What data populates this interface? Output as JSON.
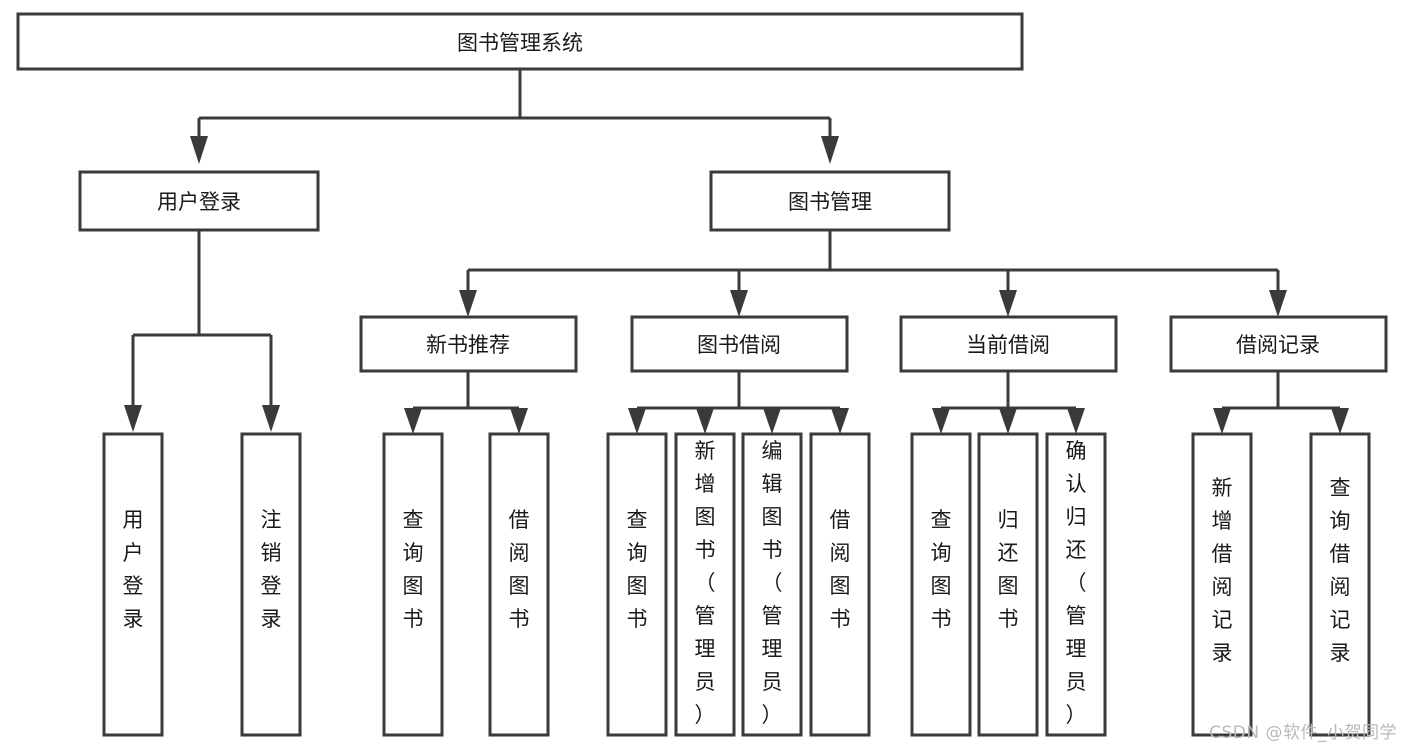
{
  "diagram": {
    "title": "图书管理系统",
    "type": "tree-hierarchy-diagram",
    "colors": {
      "stroke": "#3a3a3a",
      "box_fill": "#ffffff",
      "text": "#1a1a1a",
      "background": "#ffffff",
      "watermark": "#b9b9b9"
    },
    "root": {
      "label": "图书管理系统"
    },
    "level2": [
      {
        "label": "用户登录"
      },
      {
        "label": "图书管理"
      }
    ],
    "level3": [
      {
        "label": "新书推荐"
      },
      {
        "label": "图书借阅"
      },
      {
        "label": "当前借阅"
      },
      {
        "label": "借阅记录"
      }
    ],
    "leaves": {
      "user_login": [
        {
          "label": "用户登录"
        },
        {
          "label": "注销登录"
        }
      ],
      "new_book_recommend": [
        {
          "label": "查询图书"
        },
        {
          "label": "借阅图书"
        }
      ],
      "book_borrow": [
        {
          "label": "查询图书"
        },
        {
          "label": "新增图书（管理员）"
        },
        {
          "label": "编辑图书（管理员）"
        },
        {
          "label": "借阅图书"
        }
      ],
      "current_borrow": [
        {
          "label": "查询图书"
        },
        {
          "label": "归还图书"
        },
        {
          "label": "确认归还（管理员）"
        }
      ],
      "borrow_record": [
        {
          "label": "新增借阅记录"
        },
        {
          "label": "查询借阅记录"
        }
      ]
    }
  },
  "watermark": {
    "text": "CSDN @软件_小贺同学"
  }
}
